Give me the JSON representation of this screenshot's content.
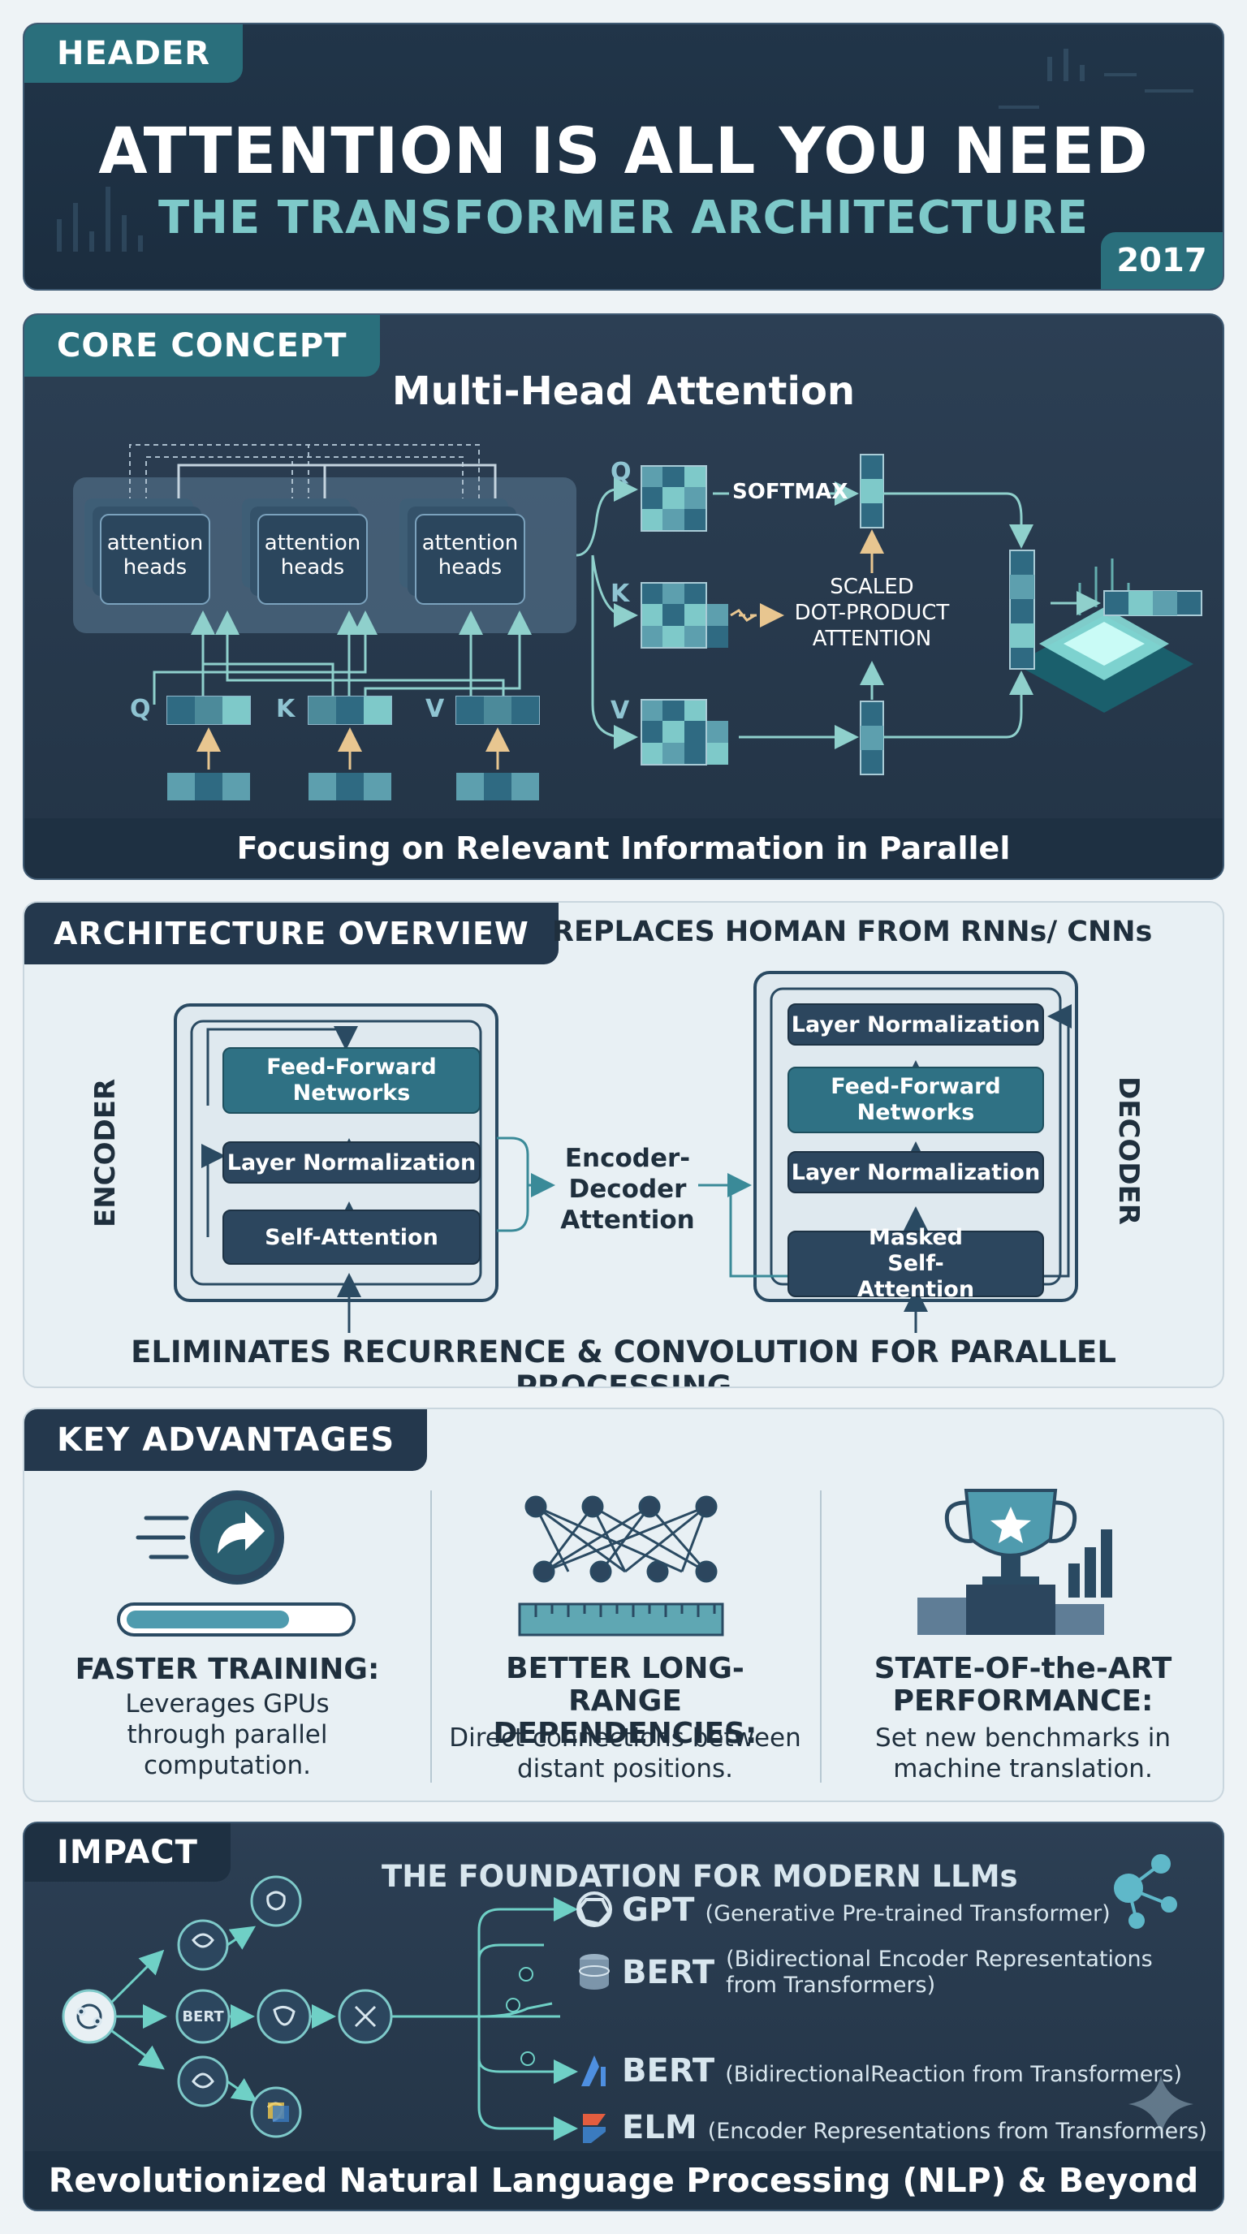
{
  "header": {
    "tab": "HEADER",
    "title": "ATTENTION IS ALL YOU NEED",
    "subtitle": "THE TRANSFORMER ARCHITECTURE",
    "year": "2017"
  },
  "core_concept": {
    "tab": "CORE CONCEPT",
    "title": "Multi-Head Attention",
    "heads": [
      "attention heads",
      "attention heads",
      "attention heads"
    ],
    "inputs": [
      "Q",
      "K",
      "V"
    ],
    "matrix_labels": [
      "Q",
      "K",
      "V"
    ],
    "softmax": "SOFTMAX",
    "scaled_dot": [
      "SCALED",
      "DOT-PRODUCT",
      "ATTENTION"
    ],
    "footer": "Focusing on Relevant Information in Parallel"
  },
  "architecture": {
    "tab": "ARCHITECTURE OVERVIEW",
    "headline": "REPLACES HOMAN FROM RNNs/ CNNs",
    "encoder_label": "ENCODER",
    "decoder_label": "DECODER",
    "encoder_blocks": [
      "Feed-Forward Networks",
      "Layer Normalization",
      "Self-Attention"
    ],
    "middle": "Encoder-Decoder Attention",
    "decoder_blocks": [
      "Layer Normalization",
      "Feed-Forward Networks",
      "Layer Normalization",
      "Masked Self-Attention"
    ],
    "footer": "ELIMINATES RECURRENCE & CONVOLUTION FOR PARALLEL PROCESSING"
  },
  "advantages": {
    "tab": "KEY ADVANTAGES",
    "items": [
      {
        "title": "FASTER TRAINING:",
        "desc": "Leverages GPUs through parallel computation.",
        "icon": "fast-forward-icon"
      },
      {
        "title": "BETTER LONG-RANGE DEPENDENCIES:",
        "desc": "Direct connections between distant positions.",
        "icon": "network-graph-icon"
      },
      {
        "title": "STATE-OF-the-ART PERFORMANCE:",
        "desc": "Set new benchmarks in machine translation.",
        "icon": "trophy-icon"
      }
    ]
  },
  "impact": {
    "tab": "IMPACT",
    "title": "THE FOUNDATION FOR MODERN LLMs",
    "tree_node_label": "BERT",
    "models": [
      {
        "name": "GPT",
        "desc": "(Generative Pre-trained Transformer)",
        "icon": "openai-icon"
      },
      {
        "name": "BERT",
        "desc": "(Bidirectional Encoder Representations from Transformers)",
        "icon": "database-icon"
      },
      {
        "name": "BERT",
        "desc": "(BidirectionalReaction from Transformers)",
        "icon": "ai-logo-icon"
      },
      {
        "name": "ELM",
        "desc": "(Encoder Representations from Transformers)",
        "icon": "stack-logo-icon"
      }
    ],
    "footer": "Revolutionized Natural Language Processing (NLP) & Beyond"
  },
  "colors": {
    "teal": "#2a6f7c",
    "teal_light": "#7ec9c9",
    "navy": "#24384d",
    "panel_dark": "#2c3f54",
    "panel_light": "#e5eef3"
  }
}
